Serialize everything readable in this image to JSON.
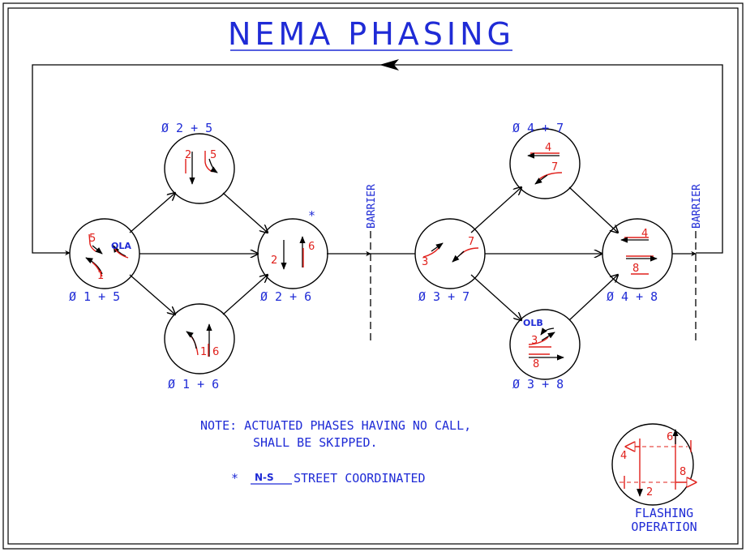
{
  "title": "NEMA PHASING",
  "colors": {
    "text": "#1f2bd6",
    "movement": "#e0201b",
    "line": "#000000"
  },
  "phases": {
    "p15": "Ø 1 + 5",
    "p25": "Ø 2 + 5",
    "p16": "Ø 1 + 6",
    "p26": "Ø 2 + 6",
    "p37": "Ø 3 + 7",
    "p47": "Ø 4 + 7",
    "p38": "Ø 3 + 8",
    "p48": "Ø 4 + 8"
  },
  "coordinated_marker": "*",
  "barriers": [
    "BARRIER",
    "BARRIER"
  ],
  "overlaps": {
    "a": "OLA",
    "b": "OLB"
  },
  "movement_numbers": {
    "c15": [
      "5",
      "1"
    ],
    "c25": [
      "2",
      "5"
    ],
    "c16": [
      "1",
      "6"
    ],
    "c26": [
      "2",
      "6"
    ],
    "c37": [
      "3",
      "7"
    ],
    "c47": [
      "4",
      "7"
    ],
    "c38": [
      "3",
      "8"
    ],
    "c48": [
      "4",
      "8"
    ],
    "flash": [
      "6",
      "4",
      "8",
      "2"
    ]
  },
  "note": {
    "line1": "NOTE: ACTUATED PHASES HAVING NO CALL,",
    "line2": "SHALL BE SKIPPED."
  },
  "coordination": {
    "marker": "*",
    "street": "N-S",
    "text": "STREET COORDINATED"
  },
  "flashing": {
    "line1": "FLASHING",
    "line2": "OPERATION"
  }
}
